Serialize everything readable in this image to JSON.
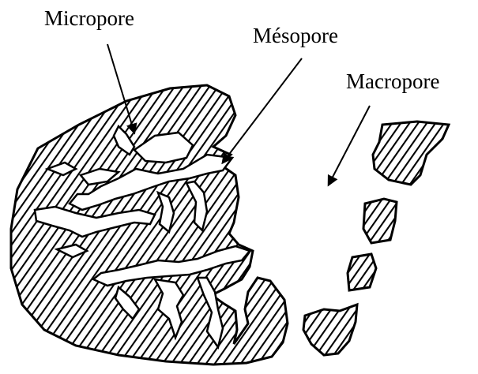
{
  "labels": {
    "micropore": "Micropore",
    "mesopore": "Mésopore",
    "macropore": "Macropore"
  },
  "colors": {
    "ink": "#000000",
    "background": "#ffffff"
  }
}
